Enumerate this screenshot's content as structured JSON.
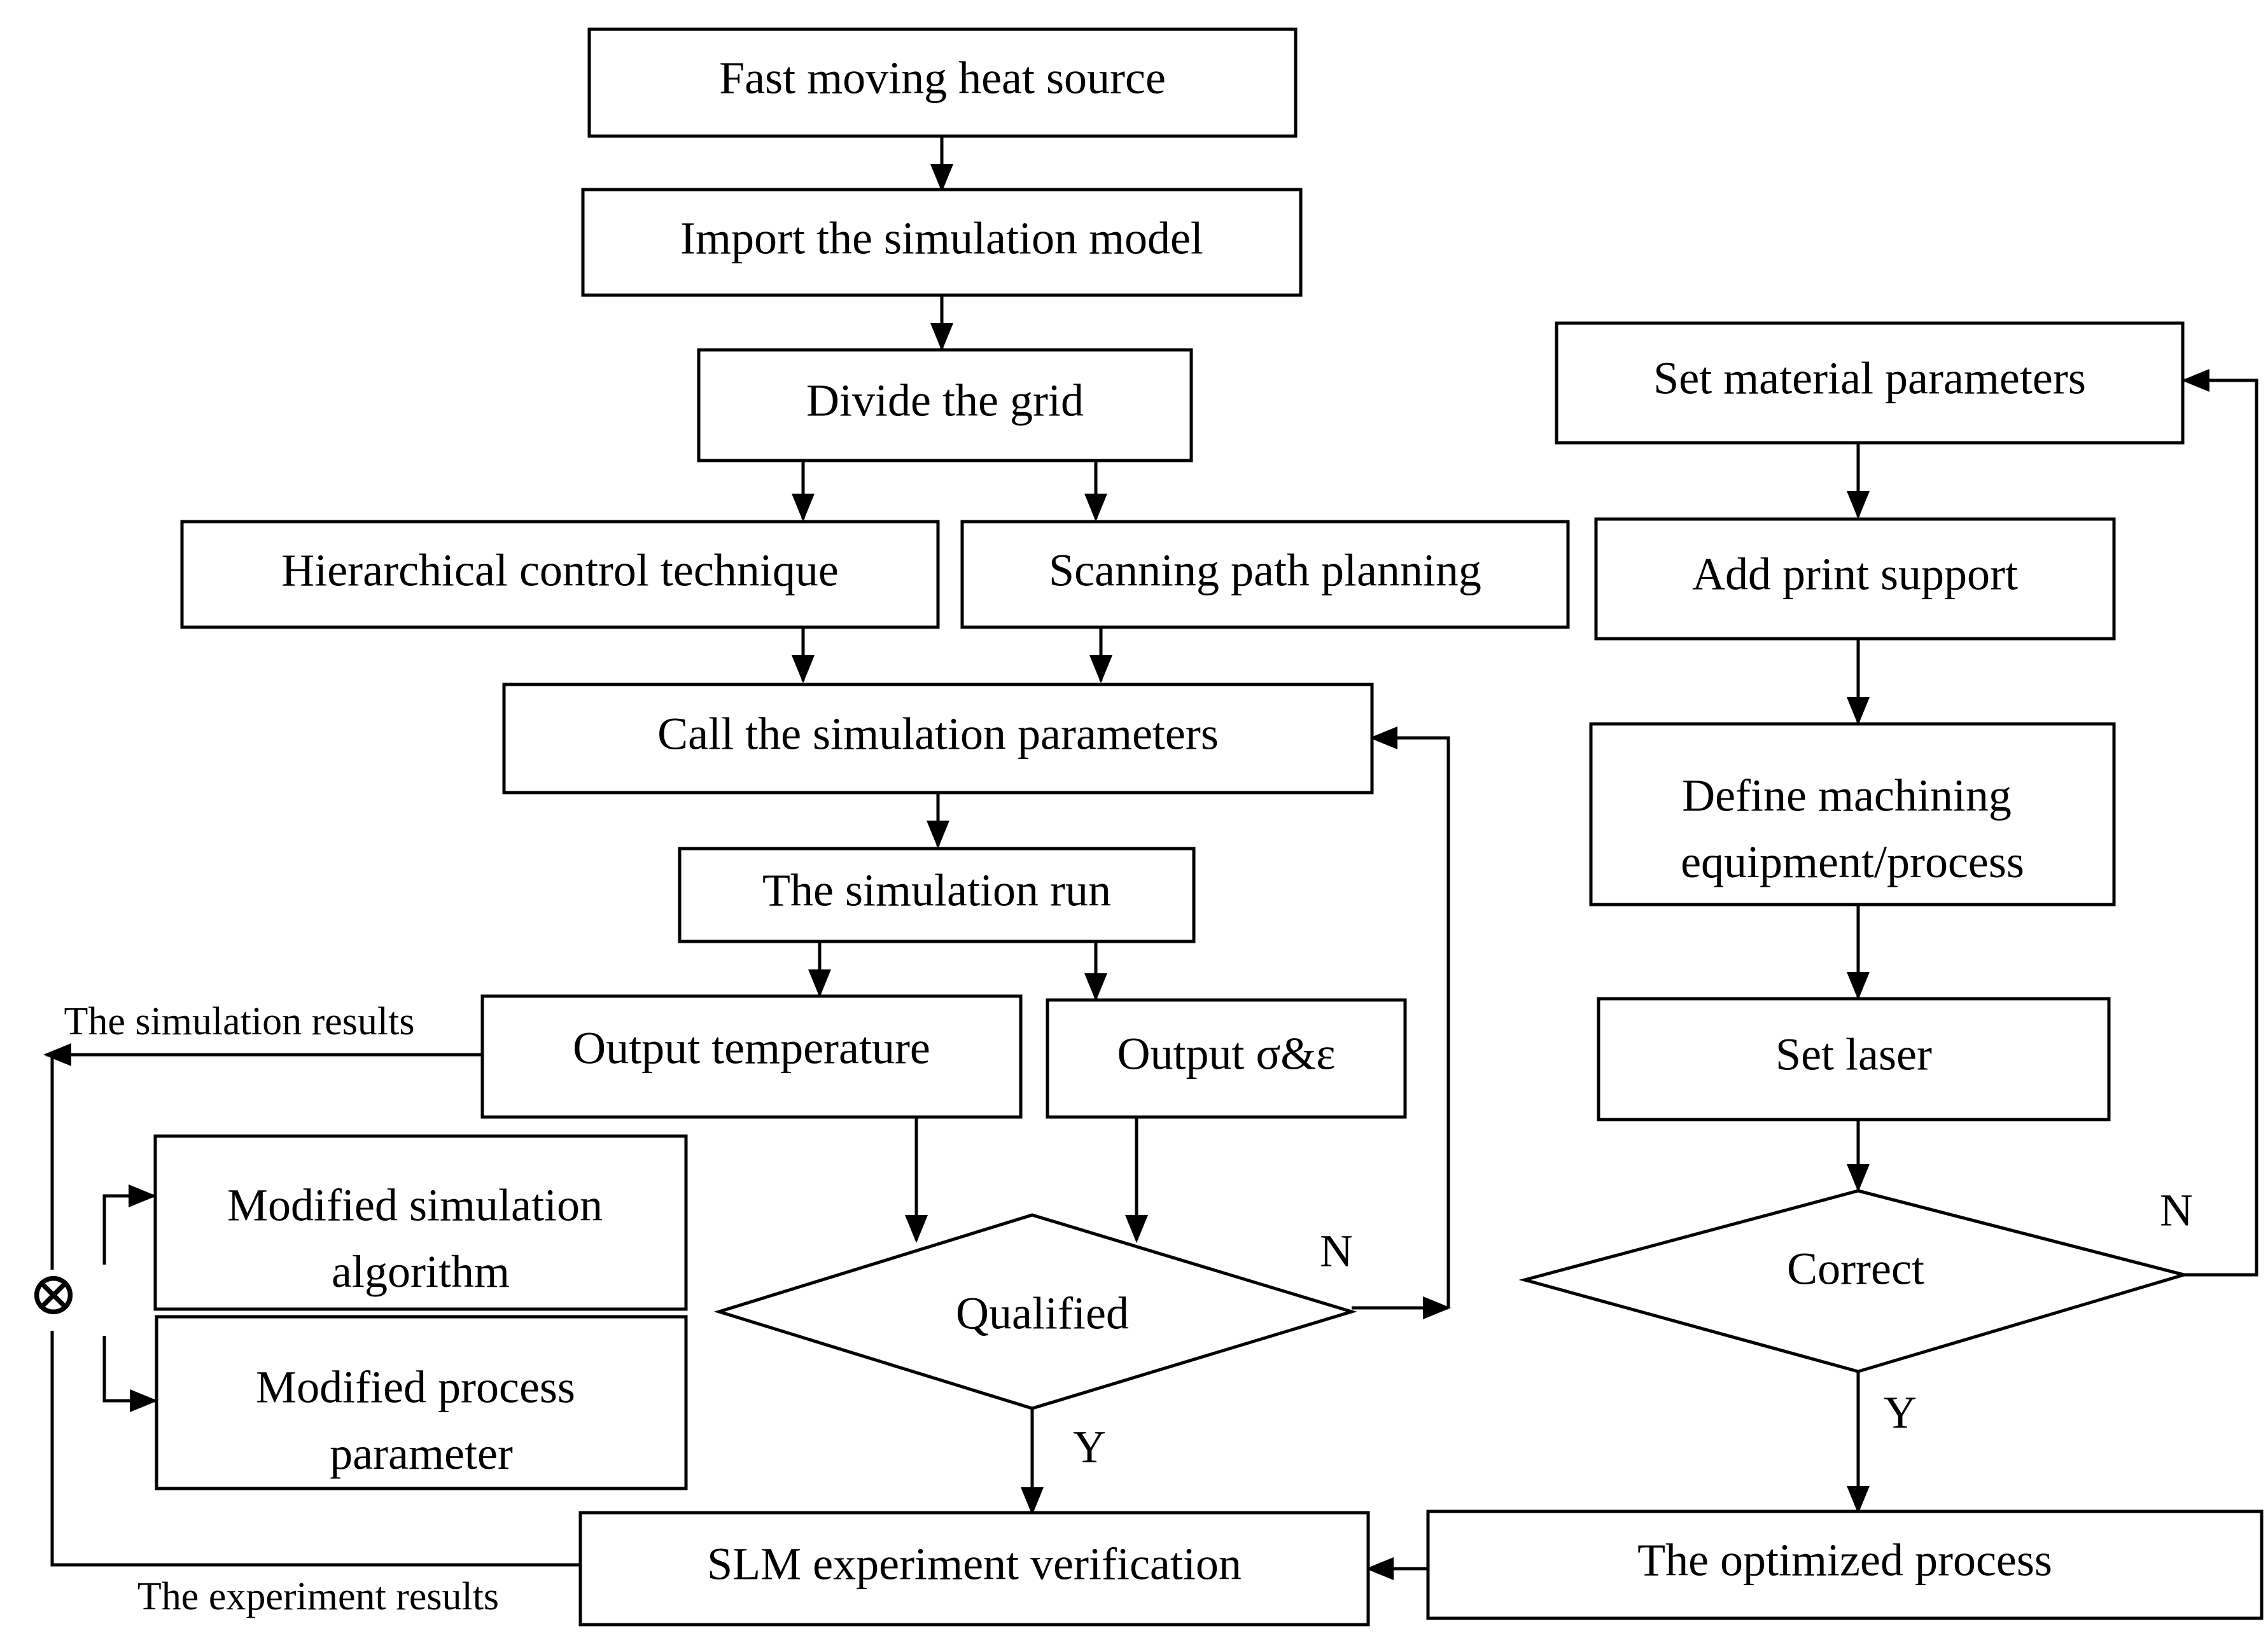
{
  "nodes": {
    "fast_heat_source": "Fast moving heat source",
    "import_model": "Import the simulation model",
    "divide_grid": "Divide the grid",
    "hierarchical_control": "Hierarchical control technique",
    "scanning_path": "Scanning path planning",
    "call_parameters": "Call the simulation parameters",
    "simulation_run": "The simulation run",
    "output_temperature": "Output temperature",
    "output_stress_strain": "Output σ&ε",
    "qualified": "Qualified",
    "modified_algorithm": [
      "Modified simulation",
      "algorithm"
    ],
    "modified_process": [
      "Modified process",
      "parameter"
    ],
    "slm_verification": "SLM experiment verification",
    "set_material": "Set material parameters",
    "add_support": "Add print support",
    "define_machining": [
      "Define machining",
      "equipment/process"
    ],
    "set_laser": "Set laser",
    "correct": "Correct",
    "optimized_process": "The optimized process"
  },
  "labels": {
    "simulation_results": "The simulation results",
    "experiment_results": "The experiment results",
    "qualified_no": "N",
    "qualified_yes": "Y",
    "correct_no": "N",
    "correct_yes": "Y"
  },
  "symbols": {
    "comparator": "⊗"
  }
}
